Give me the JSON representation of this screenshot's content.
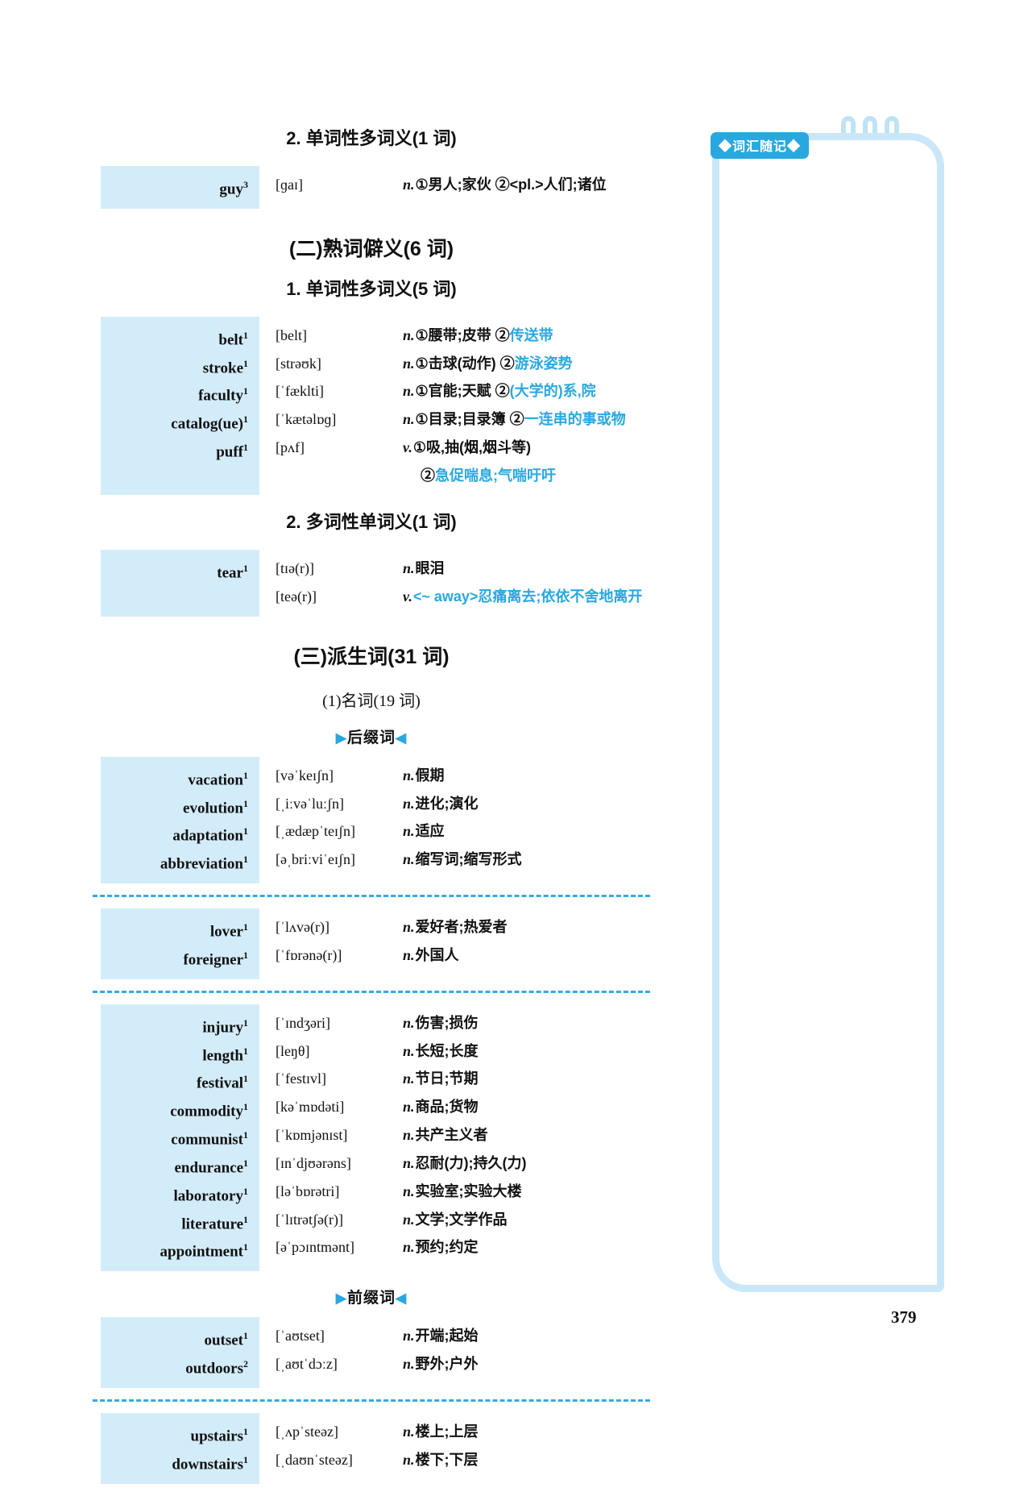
{
  "page_number": "379",
  "sidebar": {
    "badge": "◆词汇随记◆"
  },
  "marker_icons": {
    "left": "▶",
    "right": "◀"
  },
  "colors": {
    "accent_blue": "#29a8e0",
    "highlight_blue": "#d3ecf9",
    "sidebar_border": "#c9e7f8"
  },
  "blocks": [
    {
      "type": "heading",
      "style": "sub",
      "text": "2. 单词性多词义(1 词)"
    },
    {
      "type": "words",
      "rows": [
        {
          "word": "guy",
          "sup": "3",
          "lines": [
            {
              "phon": "[ɡaɪ]",
              "pos": "n.",
              "segs": [
                {
                  "t": "①男人;家伙 ②<pl.>人们;诸位",
                  "blue": false
                }
              ]
            }
          ]
        }
      ]
    },
    {
      "type": "heading",
      "style": "main",
      "text": "(二)熟词僻义(6 词)"
    },
    {
      "type": "heading",
      "style": "sub",
      "text": "1. 单词性多词义(5 词)"
    },
    {
      "type": "words",
      "rows": [
        {
          "word": "belt",
          "sup": "1",
          "lines": [
            {
              "phon": "[belt]",
              "pos": "n.",
              "segs": [
                {
                  "t": "①腰带;皮带 ②",
                  "blue": false
                },
                {
                  "t": "传送带",
                  "blue": true
                }
              ]
            }
          ]
        },
        {
          "word": "stroke",
          "sup": "1",
          "lines": [
            {
              "phon": "[strəʊk]",
              "pos": "n.",
              "segs": [
                {
                  "t": "①击球(动作) ②",
                  "blue": false
                },
                {
                  "t": "游泳姿势",
                  "blue": true
                }
              ]
            }
          ]
        },
        {
          "word": "faculty",
          "sup": "1",
          "lines": [
            {
              "phon": "[ˈfæklti]",
              "pos": "n.",
              "segs": [
                {
                  "t": "①官能;天赋 ②",
                  "blue": false
                },
                {
                  "t": "(大学的)系,院",
                  "blue": true
                }
              ]
            }
          ]
        },
        {
          "word": "catalog(ue)",
          "sup": "1",
          "lines": [
            {
              "phon": "[ˈkætəlɒɡ]",
              "pos": "n.",
              "segs": [
                {
                  "t": "①目录;目录簿 ②",
                  "blue": false
                },
                {
                  "t": "一连串的事或物",
                  "blue": true
                }
              ]
            }
          ]
        },
        {
          "word": "puff",
          "sup": "1",
          "lines": [
            {
              "phon": "[pʌf]",
              "pos": "v.",
              "segs": [
                {
                  "t": "①吸,抽(烟,烟斗等)",
                  "blue": false
                }
              ]
            },
            {
              "phon": "",
              "pos": "",
              "cont": true,
              "segs": [
                {
                  "t": "②",
                  "blue": false
                },
                {
                  "t": "急促喘息;气喘吁吁",
                  "blue": true
                }
              ]
            }
          ]
        }
      ]
    },
    {
      "type": "heading",
      "style": "sub",
      "text": "2. 多词性单词义(1 词)"
    },
    {
      "type": "words",
      "rows": [
        {
          "word": "tear",
          "sup": "1",
          "lines": [
            {
              "phon": "[tɪə(r)]",
              "pos": "n.",
              "segs": [
                {
                  "t": "眼泪",
                  "blue": false
                }
              ]
            },
            {
              "phon": "[teə(r)]",
              "pos": "v.",
              "segs": [
                {
                  "t": "<~ away>忍痛离去;依依不舍地离开",
                  "blue": true
                }
              ]
            }
          ]
        }
      ]
    },
    {
      "type": "heading",
      "style": "main",
      "text": "(三)派生词(31 词)"
    },
    {
      "type": "heading",
      "style": "plain",
      "text": "(1)名词(19 词)"
    },
    {
      "type": "marker",
      "text": "后缀词"
    },
    {
      "type": "words",
      "rows": [
        {
          "word": "vacation",
          "sup": "1",
          "lines": [
            {
              "phon": "[vəˈkeɪʃn]",
              "pos": "n.",
              "segs": [
                {
                  "t": "假期",
                  "blue": false
                }
              ]
            }
          ]
        },
        {
          "word": "evolution",
          "sup": "1",
          "lines": [
            {
              "phon": "[ˌiːvəˈluːʃn]",
              "pos": "n.",
              "segs": [
                {
                  "t": "进化;演化",
                  "blue": false
                }
              ]
            }
          ]
        },
        {
          "word": "adaptation",
          "sup": "1",
          "lines": [
            {
              "phon": "[ˌædæpˈteɪʃn]",
              "pos": "n.",
              "segs": [
                {
                  "t": "适应",
                  "blue": false
                }
              ]
            }
          ]
        },
        {
          "word": "abbreviation",
          "sup": "1",
          "lines": [
            {
              "phon": "[əˌbriːviˈeɪʃn]",
              "pos": "n.",
              "segs": [
                {
                  "t": "缩写词;缩写形式",
                  "blue": false
                }
              ]
            }
          ]
        }
      ]
    },
    {
      "type": "divider"
    },
    {
      "type": "words",
      "rows": [
        {
          "word": "lover",
          "sup": "1",
          "lines": [
            {
              "phon": "[ˈlʌvə(r)]",
              "pos": "n.",
              "segs": [
                {
                  "t": "爱好者;热爱者",
                  "blue": false
                }
              ]
            }
          ]
        },
        {
          "word": "foreigner",
          "sup": "1",
          "lines": [
            {
              "phon": "[ˈfɒrənə(r)]",
              "pos": "n.",
              "segs": [
                {
                  "t": "外国人",
                  "blue": false
                }
              ]
            }
          ]
        }
      ]
    },
    {
      "type": "divider"
    },
    {
      "type": "words",
      "rows": [
        {
          "word": "injury",
          "sup": "1",
          "lines": [
            {
              "phon": "[ˈɪndʒəri]",
              "pos": "n.",
              "segs": [
                {
                  "t": "伤害;损伤",
                  "blue": false
                }
              ]
            }
          ]
        },
        {
          "word": "length",
          "sup": "1",
          "lines": [
            {
              "phon": "[leŋθ]",
              "pos": "n.",
              "segs": [
                {
                  "t": "长短;长度",
                  "blue": false
                }
              ]
            }
          ]
        },
        {
          "word": "festival",
          "sup": "1",
          "lines": [
            {
              "phon": "[ˈfestɪvl]",
              "pos": "n.",
              "segs": [
                {
                  "t": "节日;节期",
                  "blue": false
                }
              ]
            }
          ]
        },
        {
          "word": "commodity",
          "sup": "1",
          "lines": [
            {
              "phon": "[kəˈmɒdəti]",
              "pos": "n.",
              "segs": [
                {
                  "t": "商品;货物",
                  "blue": false
                }
              ]
            }
          ]
        },
        {
          "word": "communist",
          "sup": "1",
          "lines": [
            {
              "phon": "[ˈkɒmjənɪst]",
              "pos": "n.",
              "segs": [
                {
                  "t": "共产主义者",
                  "blue": false
                }
              ]
            }
          ]
        },
        {
          "word": "endurance",
          "sup": "1",
          "lines": [
            {
              "phon": "[ɪnˈdjʊərəns]",
              "pos": "n.",
              "segs": [
                {
                  "t": "忍耐(力);持久(力)",
                  "blue": false
                }
              ]
            }
          ]
        },
        {
          "word": "laboratory",
          "sup": "1",
          "lines": [
            {
              "phon": "[ləˈbɒrətri]",
              "pos": "n.",
              "segs": [
                {
                  "t": "实验室;实验大楼",
                  "blue": false
                }
              ]
            }
          ]
        },
        {
          "word": "literature",
          "sup": "1",
          "lines": [
            {
              "phon": "[ˈlɪtrətʃə(r)]",
              "pos": "n.",
              "segs": [
                {
                  "t": "文学;文学作品",
                  "blue": false
                }
              ]
            }
          ]
        },
        {
          "word": "appointment",
          "sup": "1",
          "lines": [
            {
              "phon": "[əˈpɔɪntmənt]",
              "pos": "n.",
              "segs": [
                {
                  "t": "预约;约定",
                  "blue": false
                }
              ]
            }
          ]
        }
      ]
    },
    {
      "type": "marker",
      "text": "前缀词"
    },
    {
      "type": "words",
      "rows": [
        {
          "word": "outset",
          "sup": "1",
          "lines": [
            {
              "phon": "[ˈaʊtset]",
              "pos": "n.",
              "segs": [
                {
                  "t": "开端;起始",
                  "blue": false
                }
              ]
            }
          ]
        },
        {
          "word": "outdoors",
          "sup": "2",
          "lines": [
            {
              "phon": "[ˌaʊtˈdɔːz]",
              "pos": "n.",
              "segs": [
                {
                  "t": "野外;户外",
                  "blue": false
                }
              ]
            }
          ]
        }
      ]
    },
    {
      "type": "divider"
    },
    {
      "type": "words",
      "rows": [
        {
          "word": "upstairs",
          "sup": "1",
          "lines": [
            {
              "phon": "[ˌʌpˈsteəz]",
              "pos": "n.",
              "segs": [
                {
                  "t": "楼上;上层",
                  "blue": false
                }
              ]
            }
          ]
        },
        {
          "word": "downstairs",
          "sup": "1",
          "lines": [
            {
              "phon": "[ˌdaʊnˈsteəz]",
              "pos": "n.",
              "segs": [
                {
                  "t": "楼下;下层",
                  "blue": false
                }
              ]
            }
          ]
        }
      ]
    }
  ]
}
